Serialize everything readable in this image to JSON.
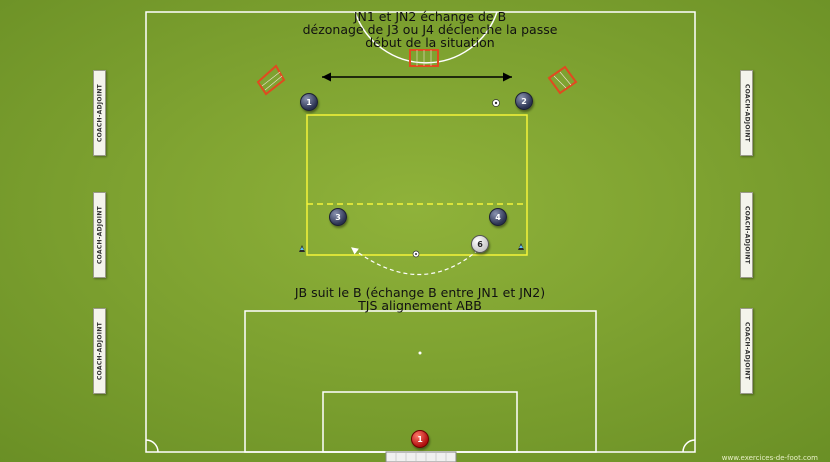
{
  "texts": {
    "top_line1": "JN1 et JN2 échange de B",
    "top_line2": "dézonage de J3 ou J4 déclenche la passe",
    "top_line3": "début de la situation",
    "bottom_line1": "JB suit le B (échange B entre JN1 et JN2)",
    "bottom_line2": "TJS alignement ABB"
  },
  "players": [
    {
      "label": "1",
      "team": "blue"
    },
    {
      "label": "2",
      "team": "blue"
    },
    {
      "label": "3",
      "team": "blue"
    },
    {
      "label": "4",
      "team": "blue"
    },
    {
      "label": "6",
      "team": "white"
    },
    {
      "label": "1",
      "team": "red-goalkeeper"
    }
  ],
  "banners": {
    "label": "COACH-ADJOINT"
  },
  "watermark": "www.exercices-de-foot.com",
  "colors": {
    "pitch_green": "#7a9e2e",
    "lines": "#ffffff",
    "zone": "#f4f43a",
    "goal_red": "#e04a20"
  }
}
